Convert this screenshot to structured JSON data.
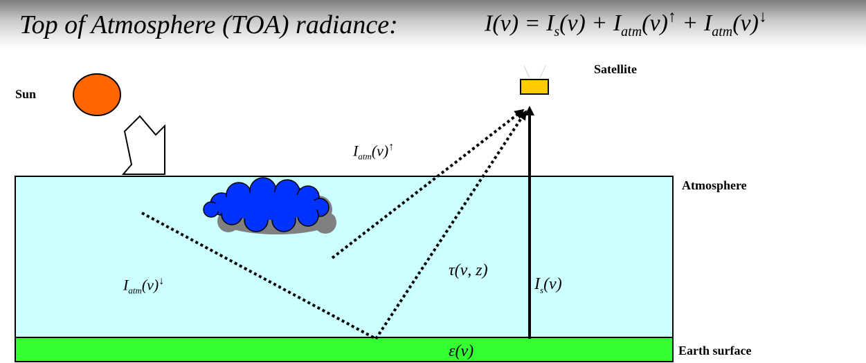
{
  "title": {
    "text": "Top of Atmosphere (TOA) radiance:",
    "equation": {
      "lhs": "I(ν) =",
      "t1_base": "I",
      "t1_sub": "s",
      "t1_arg": "(ν) +",
      "t2_base": "I",
      "t2_sub": "atm",
      "t2_arg": "(ν)",
      "t2_sup": "↑",
      "t2_plus": " + ",
      "t3_base": "I",
      "t3_sub": "atm",
      "t3_arg": "(ν)",
      "t3_sup": "↓"
    }
  },
  "labels": {
    "sun": "Sun",
    "satellite": "Satellite",
    "atmosphere": "Atmosphere",
    "earth_surface": "Earth surface"
  },
  "math_labels": {
    "i_atm_up": {
      "base": "I",
      "sub": "atm",
      "arg": "(ν)",
      "sup": "↑"
    },
    "i_atm_down": {
      "base": "I",
      "sub": "atm",
      "arg": "(ν)",
      "sup": "↓"
    },
    "tau": "τ(ν, z)",
    "i_s": {
      "base": "I",
      "sub": "s",
      "arg": "(ν)"
    },
    "epsilon": "ε(ν)"
  },
  "colors": {
    "atmosphere_fill": "#ccffff",
    "ground_fill": "#33ff33",
    "sun_fill": "#ff6600",
    "cloud_fill": "#0033ff",
    "cloud_shadow": "#808080",
    "satellite_fill": "#ffcc00"
  }
}
